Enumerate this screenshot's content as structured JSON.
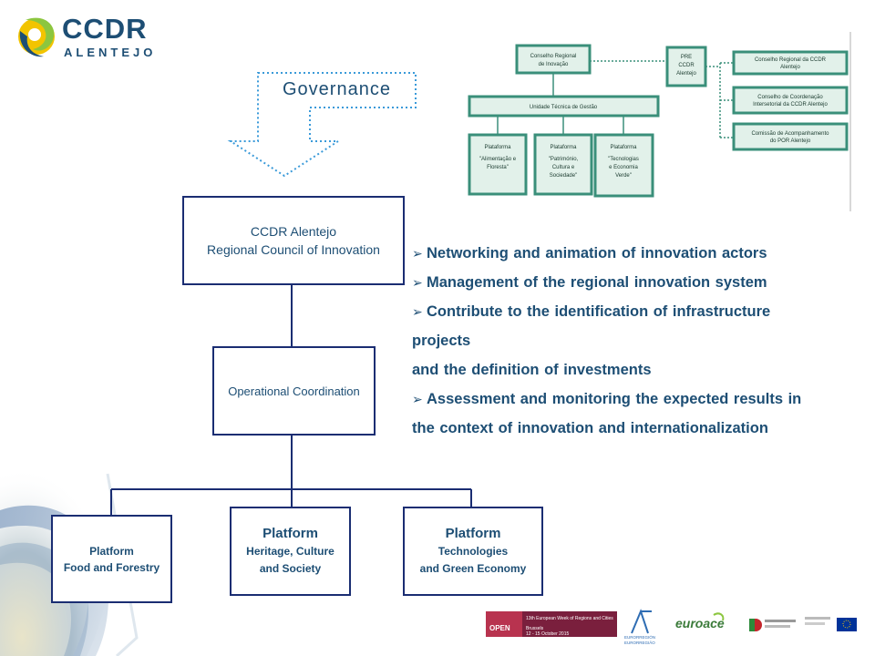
{
  "logo": {
    "name": "CCDR",
    "sub": "ALENTEJO"
  },
  "governance_label": "Governance",
  "org": {
    "top": {
      "line1": "CCDR Alentejo",
      "line2": "Regional Council of Innovation"
    },
    "middle": "Operational Coordination",
    "platforms": [
      {
        "title": "Platform",
        "sub1": "Food and Forestry",
        "sub2": ""
      },
      {
        "title": "Platform",
        "sub1": "Heritage, Culture",
        "sub2": "and Society"
      },
      {
        "title": "Platform",
        "sub1": "Technologies",
        "sub2": "and Green Economy"
      }
    ]
  },
  "bullets": [
    "Networking and animation of innovation actors",
    "Management of the regional innovation system",
    "Contribute to the identification of infrastructure",
    "projects",
    "and the definition of investments",
    "Assessment and monitoring the expected results in",
    "the context of innovation and internationalization"
  ],
  "inset_chart": {
    "nodes": [
      "Conselho Regional de Inovação",
      "PRE CCDR Alentejo",
      "Conselho Regional da CCDR Alentejo",
      "Conselho de Coordenação Intersetorial da CCDR Alentejo",
      "Comissão de Acompanhamento do POR Alentejo",
      "Unidade Técnica de Gestão",
      "Plataforma \"Alimentação e Floresta\"",
      "Plataforma \"Património, Cultura e Sociedade\"",
      "Plataforma \"Tecnologias e Economia Verde\""
    ],
    "box_color": "#3a8f7a",
    "fill_color": "#e2f1ea"
  },
  "footer": {
    "open_days": "13th European Week of Regions and Cities OPEN DAYS Brussels 12 - 15 October 2015",
    "euroace": "euroace",
    "eurorregiao": "EURORREGIÓN EURORREGIÃO"
  },
  "colors": {
    "navy": "#1a2d72",
    "text": "#1d4e74",
    "accent_green": "#8cc63f"
  }
}
